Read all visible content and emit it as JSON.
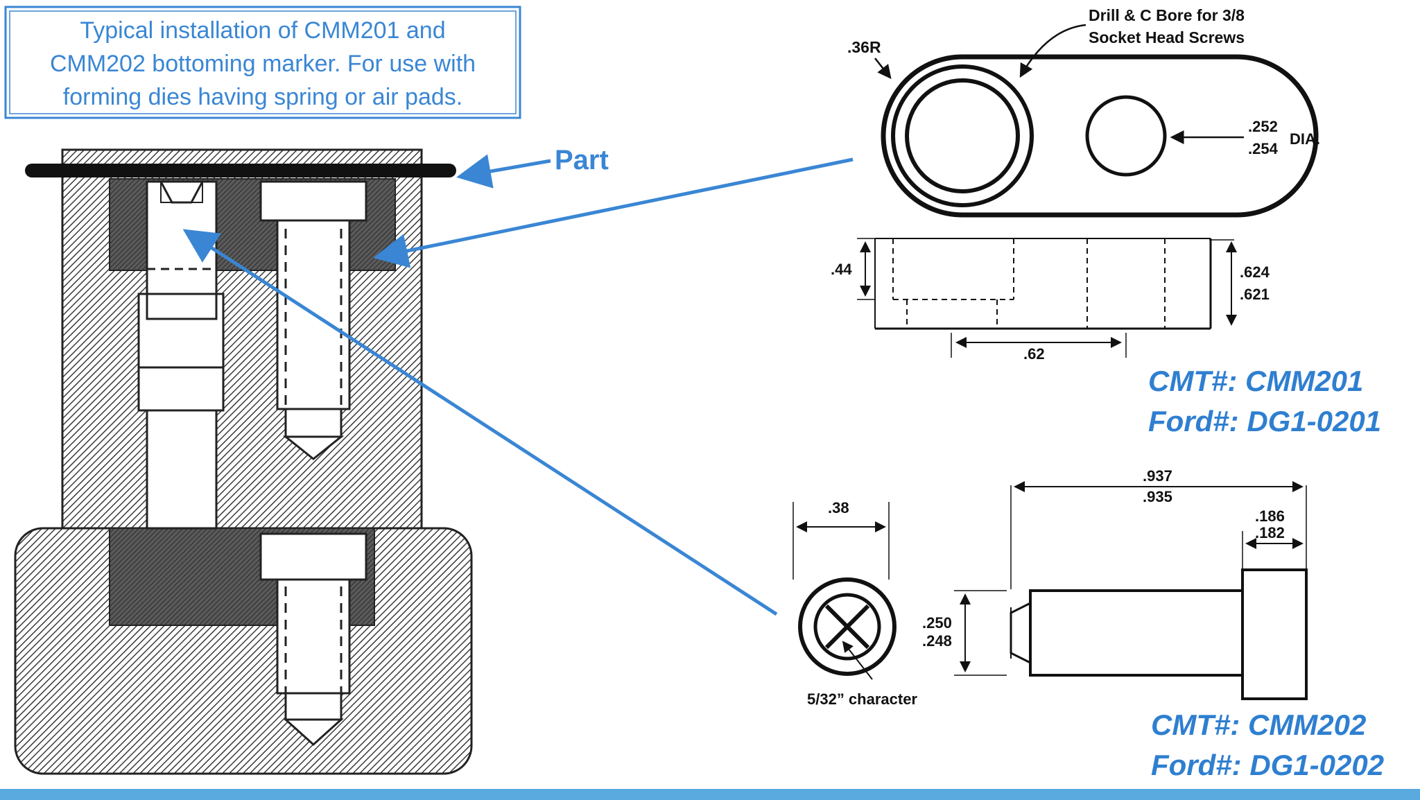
{
  "caption": {
    "line1": "Typical installation of CMM201 and",
    "line2": "CMM202 bottoming marker. For use with",
    "line3": "forming dies having spring or air pads."
  },
  "part_label": "Part",
  "cmm201": {
    "callout_line1": "Drill & C Bore for 3/8",
    "callout_line2": "Socket Head Screws",
    "radius": ".36R",
    "hole_dia_max": ".252",
    "hole_dia_min": ".254",
    "dia_suffix": "DIA.",
    "depth": ".44",
    "height_max": ".624",
    "height_min": ".621",
    "spacing": ".62",
    "cmt_number": "CMT#: CMM201",
    "ford_number": "Ford#: DG1-0201"
  },
  "cmm202": {
    "face_width": ".38",
    "character_note": "5/32” character",
    "length_max": ".937",
    "length_min": ".935",
    "head_max": ".186",
    "head_min": ".182",
    "shank_max": ".250",
    "shank_min": ".248",
    "cmt_number": "CMT#: CMM202",
    "ford_number": "Ford#: DG1-0202"
  },
  "colors": {
    "accent_blue": "#3a86d4",
    "model_blue": "#2f7fd0",
    "ink": "#111111",
    "dark_fill": "#4a4a4a",
    "footer_bar": "#5aaae0"
  }
}
